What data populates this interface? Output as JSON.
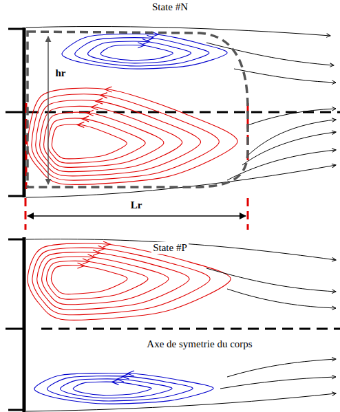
{
  "diagram": {
    "labels": [
      "State #N",
      "hr",
      "Lr",
      "State #P",
      "Axe de symetrie du corps"
    ]
  }
}
